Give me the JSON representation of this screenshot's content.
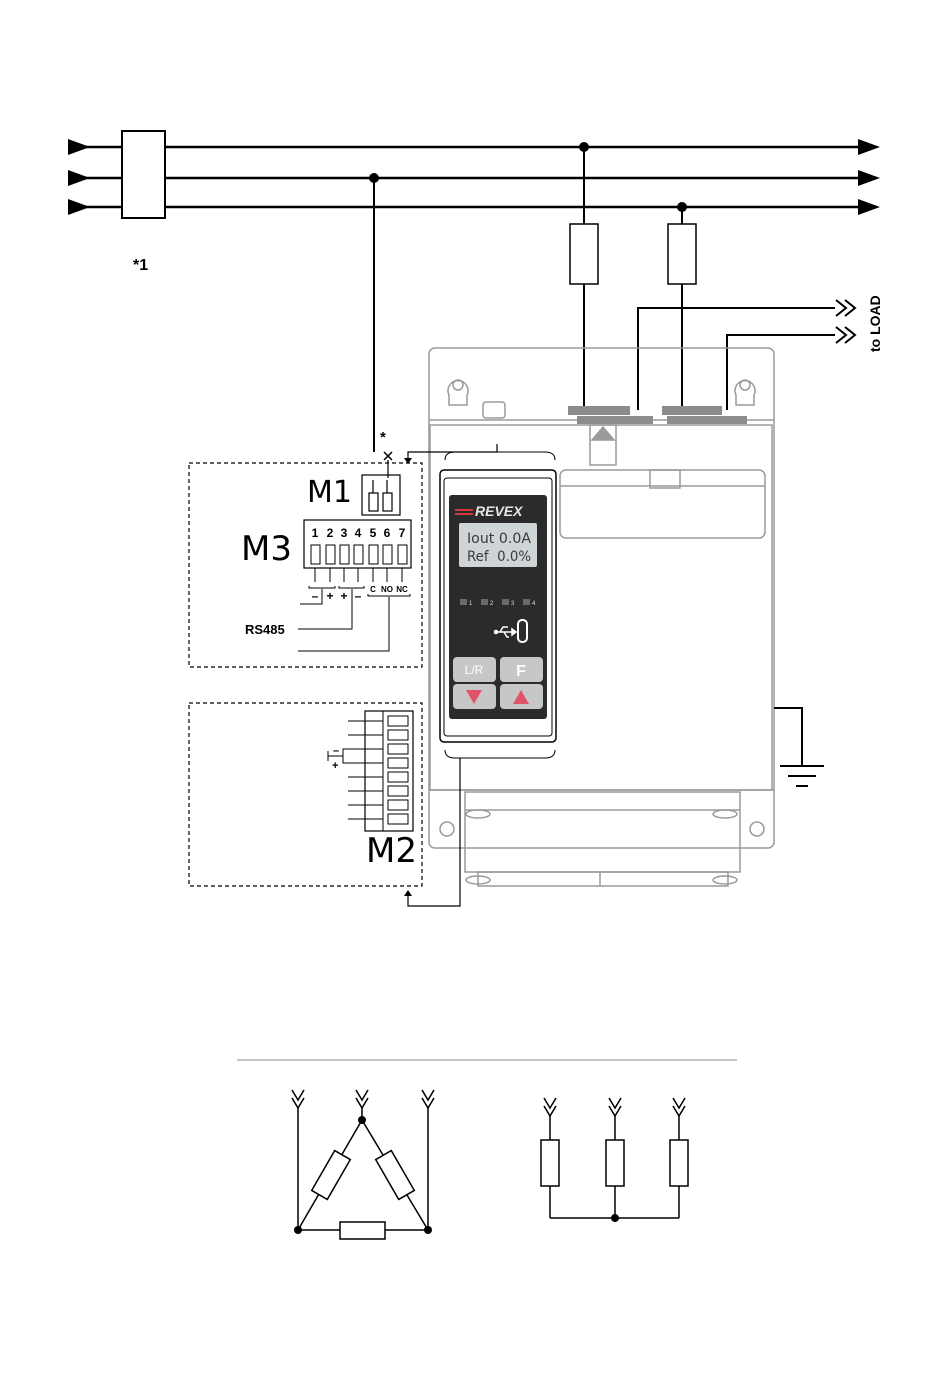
{
  "labels": {
    "note_1": "*1",
    "to_load": "to LOAD",
    "asterisk": "*",
    "m1": "M1",
    "m2": "M2",
    "m3": "M3",
    "rs485": "RS485"
  },
  "m3_terminals": [
    "1",
    "2",
    "3",
    "4",
    "5",
    "6",
    "7"
  ],
  "m3_signals": [
    "–",
    "+",
    "+",
    "–",
    "C",
    "NO",
    "NC"
  ],
  "m2_polarity": [
    "–",
    "+"
  ],
  "device": {
    "brand": "REVEX",
    "display_line1": "Iout 0.0A",
    "display_line2": "Ref  0.0%",
    "leds": [
      "1",
      "2",
      "3",
      "4"
    ],
    "usb_icon": "usb-icon",
    "buttons": {
      "lr": "L/R",
      "f": "F",
      "down": "▼",
      "up": "▲"
    }
  },
  "colors": {
    "line": "#000000",
    "device_outline": "#9a9a9a",
    "panel_dark": "#2b2b2b",
    "display": "#cfd4d6",
    "button": "#c7c7c7",
    "arrow_red": "#e0546a",
    "brand_red": "#d23a3a"
  }
}
